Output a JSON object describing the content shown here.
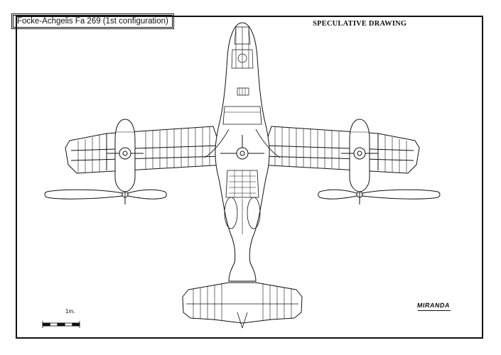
{
  "drawing": {
    "title": "Focke-Achgelis Fa 269 (1st configuration)",
    "note": "SPECULATIVE DRAWING",
    "scale_label": "1m.",
    "signature": "MIRANDA"
  },
  "colors": {
    "line": "#111111",
    "paper": "#ffffff"
  }
}
